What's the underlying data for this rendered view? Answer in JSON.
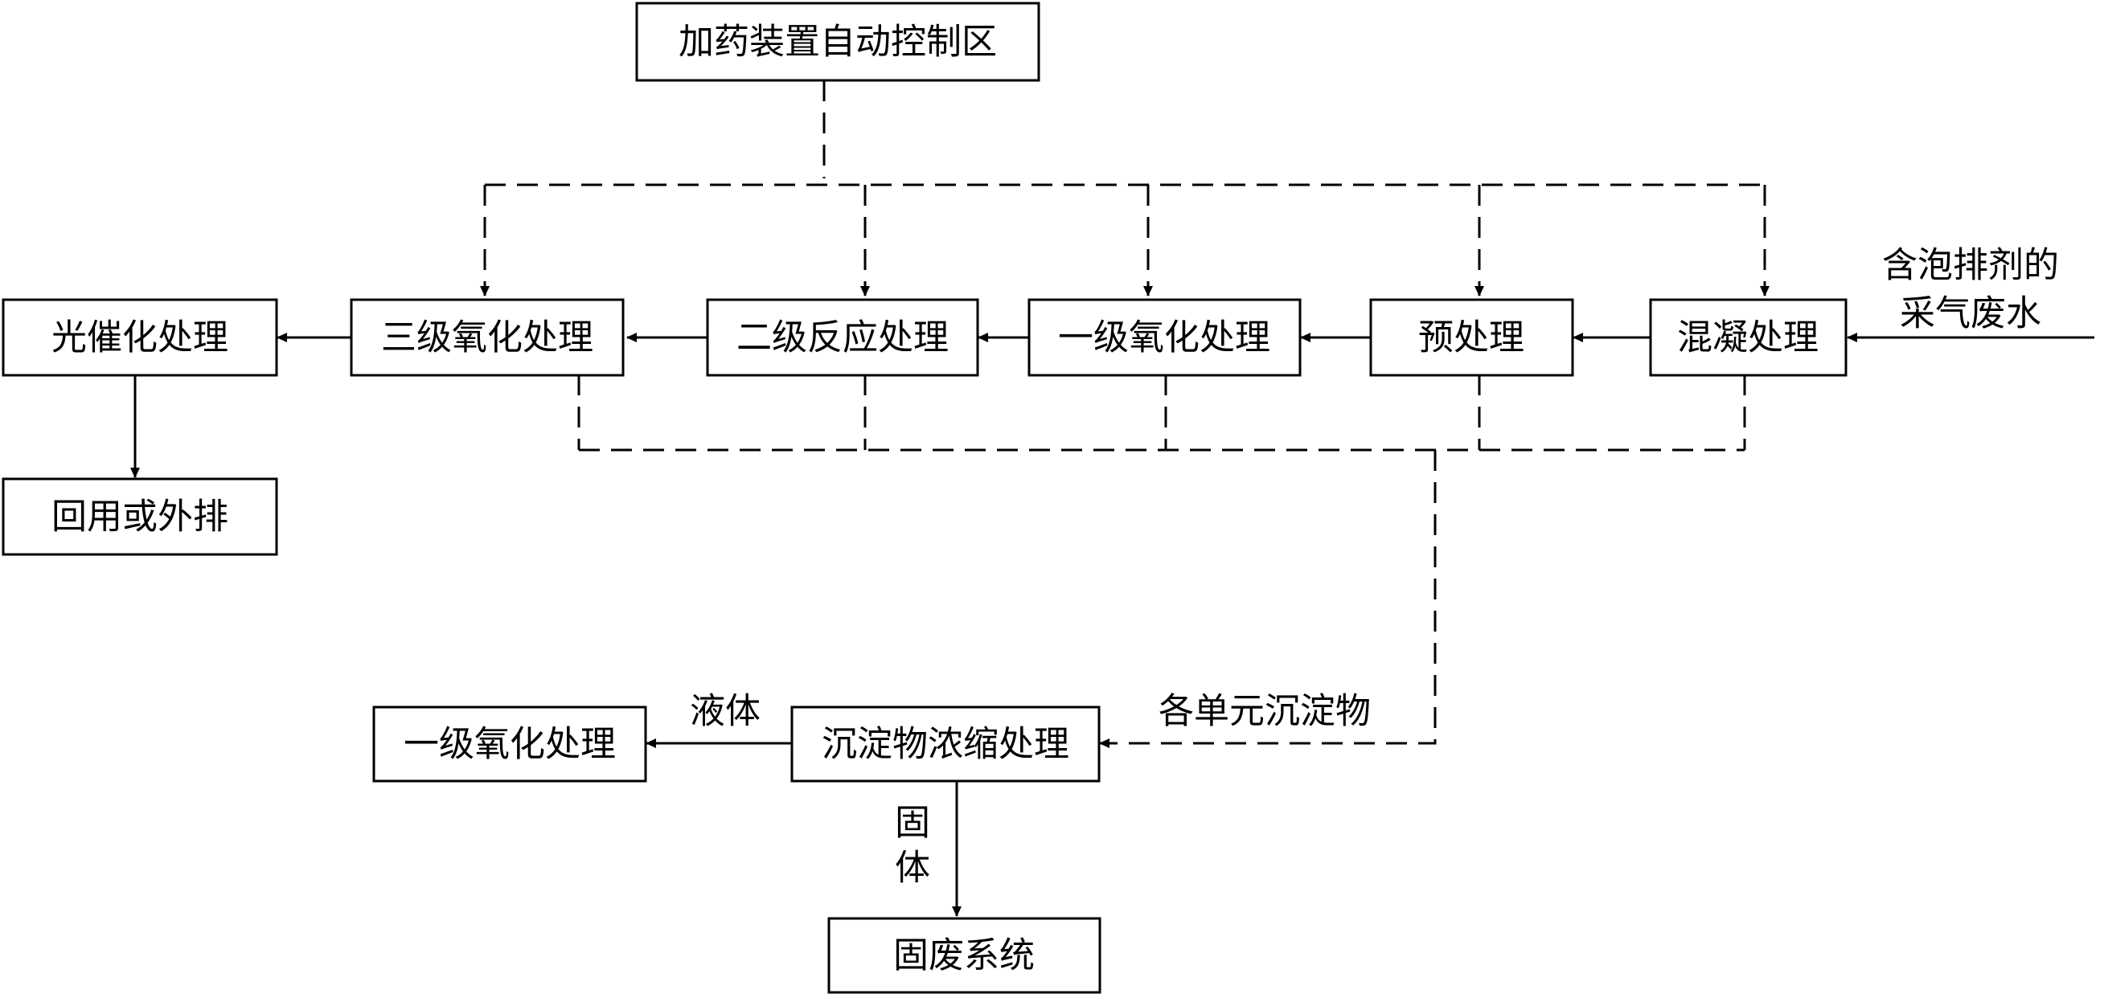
{
  "nodes": {
    "control_zone": "加药装置自动控制区",
    "photocatalysis": "光催化处理",
    "tertiary_oxidation": "三级氧化处理",
    "secondary_reaction": "二级反应处理",
    "primary_oxidation": "一级氧化处理",
    "pretreatment": "预处理",
    "coagulation": "混凝处理",
    "reuse_discharge": "回用或外排",
    "primary_oxidation_return": "一级氧化处理",
    "sediment_concentration": "沉淀物浓缩处理",
    "solid_waste_system": "固废系统"
  },
  "labels": {
    "inlet_line1": "含泡排剂的",
    "inlet_line2": "采气废水",
    "liquid": "液体",
    "sediments": "各单元沉淀物",
    "solid_line1": "固",
    "solid_line2": "体"
  }
}
